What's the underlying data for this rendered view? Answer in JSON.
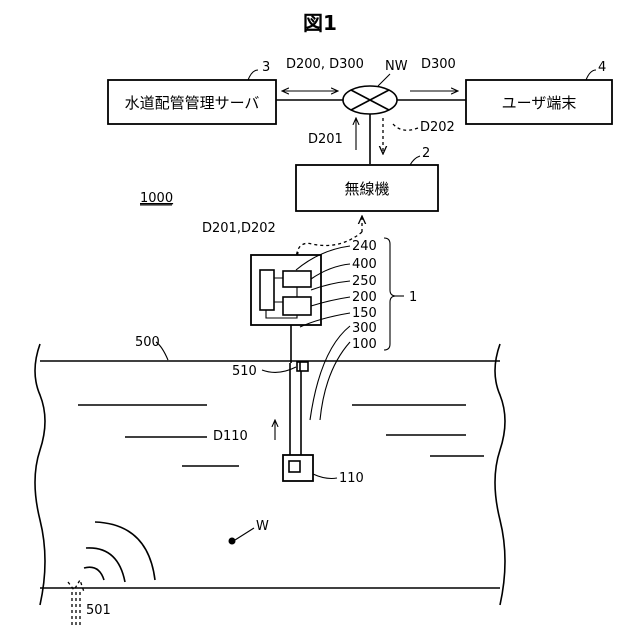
{
  "figure": {
    "title": "図1"
  },
  "system": {
    "ref": "1000"
  },
  "server": {
    "label": "水道配管管理サーバ",
    "ref": "3"
  },
  "user_terminal": {
    "label": "ユーザ端末",
    "ref": "4"
  },
  "network": {
    "ref": "NW"
  },
  "wireless_device": {
    "label": "無線機",
    "ref": "2"
  },
  "signals": {
    "server_link": "D200, D300",
    "terminal_link": "D300",
    "uplink": "D201",
    "downlink": "D202",
    "radio": "D201,D202",
    "sensor": "D110"
  },
  "sensor_unit": {
    "group_ref": "1",
    "refs": [
      "240",
      "400",
      "250",
      "200",
      "150",
      "300",
      "100"
    ],
    "sensor_ref": "110"
  },
  "pipe": {
    "ref": "500",
    "mount_ref": "510",
    "water_ref": "W",
    "leak_ref": "501"
  }
}
